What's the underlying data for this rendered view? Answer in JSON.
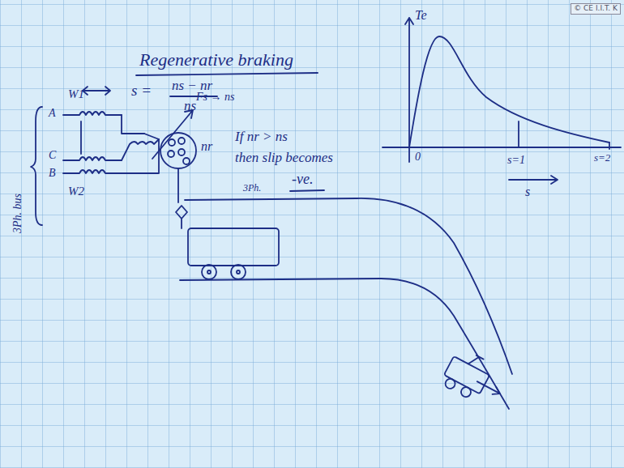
{
  "diagram": {
    "title": "Regenerative braking",
    "labels": [
      "s =",
      "ns − nr",
      "ns",
      "W1",
      "W2",
      "A",
      "C",
      "B",
      "Fs → ns",
      "nr",
      "If nr > ns",
      "then slip becomes",
      "-ve.",
      "3Ph.",
      "3Ph. bus",
      "Te",
      "0",
      "s=1",
      "s=2",
      "s",
      "© CE I.I.T. K"
    ]
  }
}
